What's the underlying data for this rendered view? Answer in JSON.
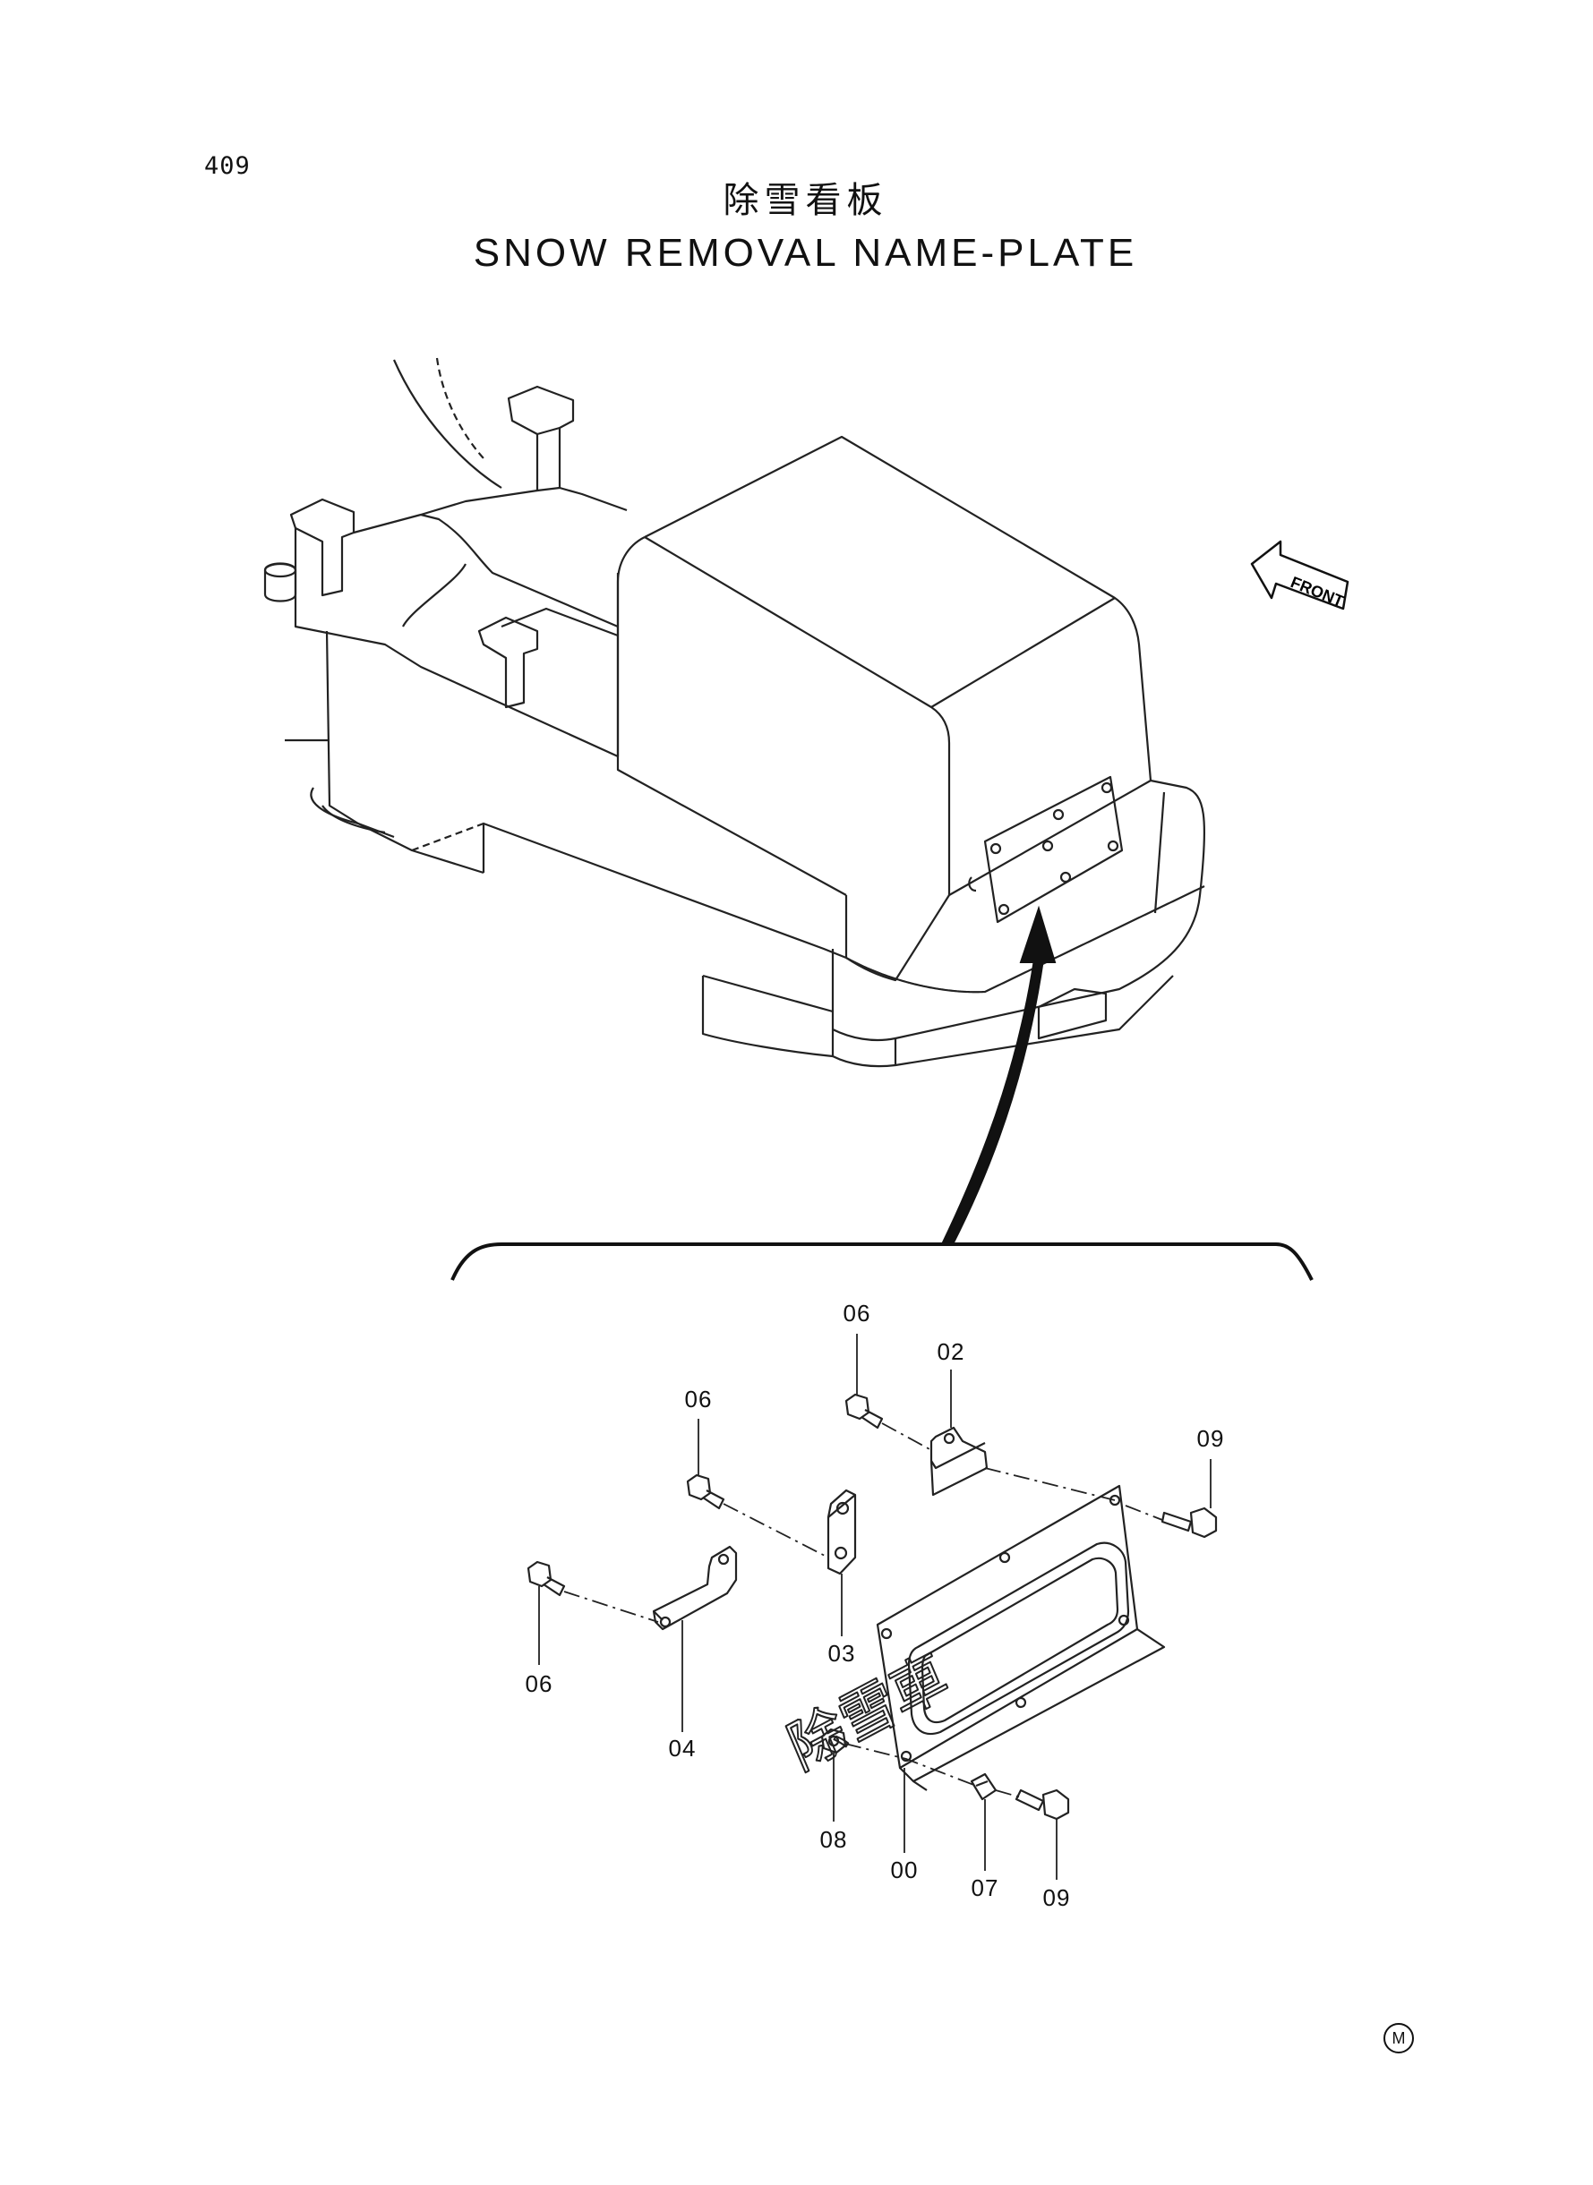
{
  "page": {
    "number": "409",
    "title_jp": "除雪看板",
    "title_en": "SNOW REMOVAL NAME-PLATE"
  },
  "direction_indicator": {
    "label": "FRONT",
    "icon": "arrow-left-icon"
  },
  "nameplate": {
    "text": "除雪車"
  },
  "callouts": [
    {
      "id": "c-06a",
      "label": "06",
      "part": "bolt"
    },
    {
      "id": "c-02",
      "label": "02",
      "part": "bracket"
    },
    {
      "id": "c-06b",
      "label": "06",
      "part": "bolt"
    },
    {
      "id": "c-09a",
      "label": "09",
      "part": "bolt"
    },
    {
      "id": "c-06c",
      "label": "06",
      "part": "bolt"
    },
    {
      "id": "c-03",
      "label": "03",
      "part": "bracket"
    },
    {
      "id": "c-04",
      "label": "04",
      "part": "bracket"
    },
    {
      "id": "c-08",
      "label": "08",
      "part": "nut"
    },
    {
      "id": "c-00",
      "label": "00",
      "part": "name-plate"
    },
    {
      "id": "c-07",
      "label": "07",
      "part": "washer"
    },
    {
      "id": "c-09b",
      "label": "09",
      "part": "bolt"
    }
  ],
  "maker_mark": "M"
}
